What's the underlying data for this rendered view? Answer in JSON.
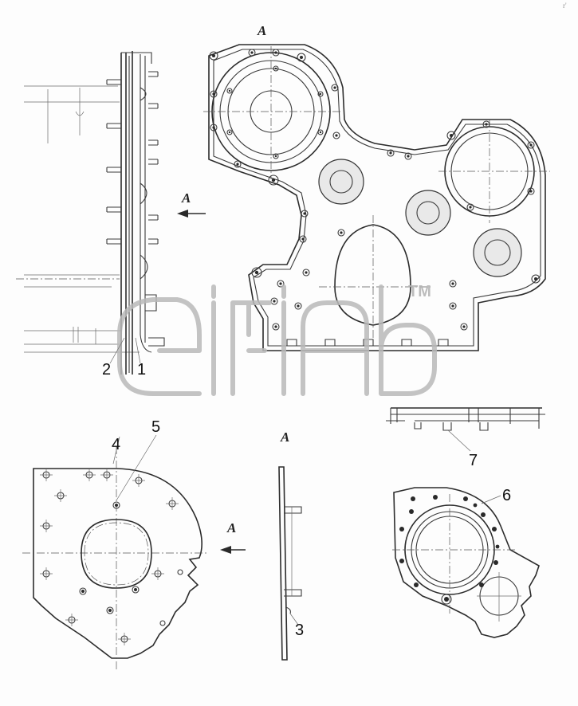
{
  "corner_mark": "r'",
  "view_labels": {
    "top": "A",
    "arrow_upper": "A",
    "arrow_lower": "A",
    "side_lower": "A"
  },
  "callouts": {
    "c1": "1",
    "c2": "2",
    "c3": "3",
    "c4": "4",
    "c5": "5",
    "c6": "6",
    "c7": "7"
  },
  "watermark": {
    "trademark": "TM"
  }
}
